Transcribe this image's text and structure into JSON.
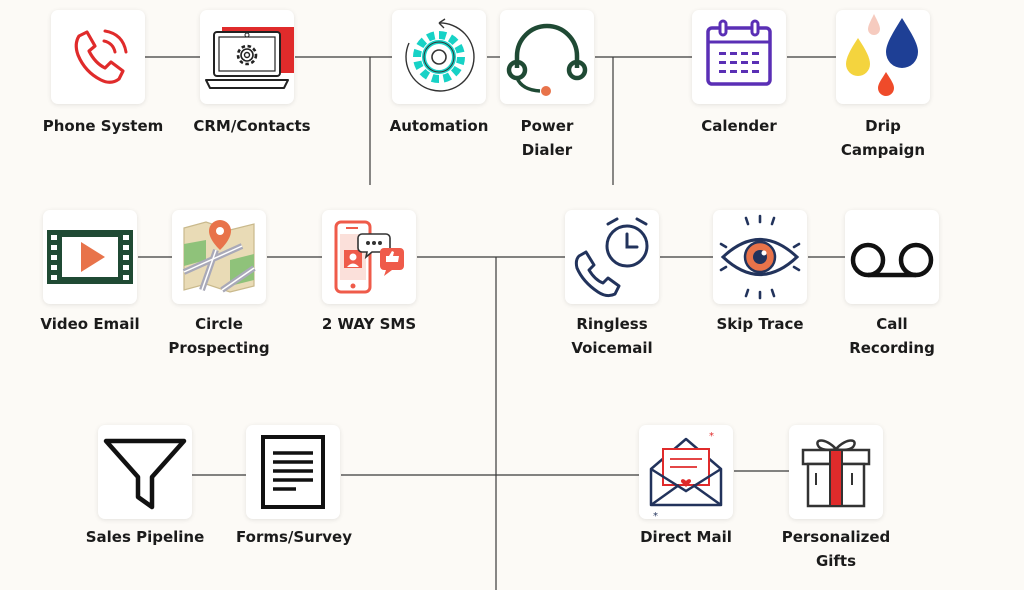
{
  "nodes": [
    {
      "id": "phone-system",
      "lines": [
        "Phone System"
      ],
      "icon": "phone-icon"
    },
    {
      "id": "crm-contacts",
      "lines": [
        "CRM/Contacts"
      ],
      "icon": "laptop-gear-icon"
    },
    {
      "id": "automation",
      "lines": [
        "Automation"
      ],
      "icon": "cycle-gear-icon"
    },
    {
      "id": "power-dialer",
      "lines": [
        "Power",
        "Dialer"
      ],
      "icon": "headset-icon"
    },
    {
      "id": "calender",
      "lines": [
        "Calender"
      ],
      "icon": "calendar-icon"
    },
    {
      "id": "drip-campaign",
      "lines": [
        "Drip",
        "Campaign"
      ],
      "icon": "drops-icon"
    },
    {
      "id": "video-email",
      "lines": [
        "Video Email"
      ],
      "icon": "film-play-icon"
    },
    {
      "id": "circle-prospecting",
      "lines": [
        "Circle",
        "Prospecting"
      ],
      "icon": "map-pin-icon"
    },
    {
      "id": "two-way-sms",
      "lines": [
        "2 WAY SMS"
      ],
      "icon": "mobile-chat-icon"
    },
    {
      "id": "ringless-voicemail",
      "lines": [
        "Ringless",
        "Voicemail"
      ],
      "icon": "phone-clock-icon"
    },
    {
      "id": "skip-trace",
      "lines": [
        "Skip Trace"
      ],
      "icon": "eye-icon"
    },
    {
      "id": "call-recording",
      "lines": [
        "Call",
        "Recording"
      ],
      "icon": "voicemail-icon"
    },
    {
      "id": "sales-pipeline",
      "lines": [
        "Sales Pipeline"
      ],
      "icon": "funnel-icon"
    },
    {
      "id": "forms-survey",
      "lines": [
        "Forms/Survey"
      ],
      "icon": "document-icon"
    },
    {
      "id": "direct-mail",
      "lines": [
        "Direct Mail"
      ],
      "icon": "envelope-icon"
    },
    {
      "id": "personalized-gifts",
      "lines": [
        "Personalized",
        "Gifts"
      ],
      "icon": "gift-icon"
    }
  ],
  "colors": {
    "background": "#fcfaf6",
    "tile": "#ffffff",
    "connector": "#3a3a3a",
    "label": "#1b1b1b",
    "red": "#e02b2b",
    "green": "#1f4a34",
    "teal": "#17d2c6",
    "purple": "#5a2fb5",
    "orange": "#e8734a",
    "navy": "#22335c"
  }
}
